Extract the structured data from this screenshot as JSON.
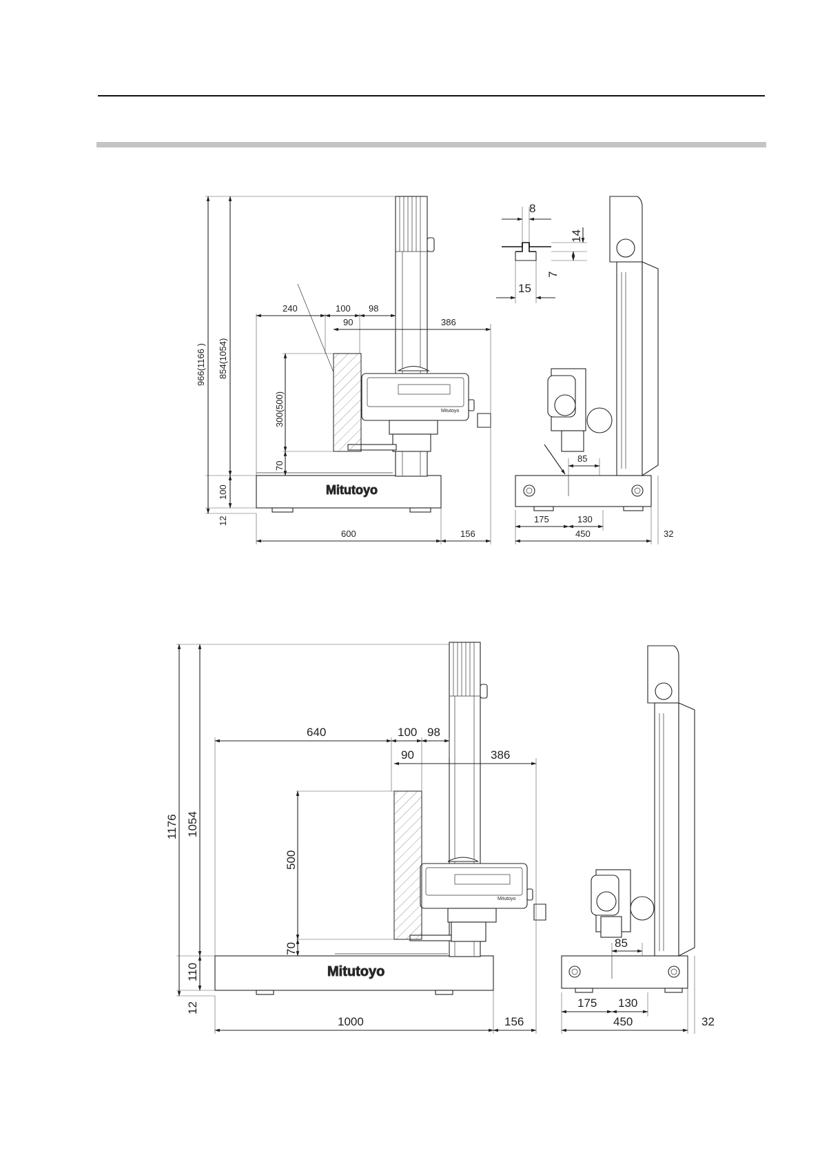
{
  "dims_small": {
    "front": {
      "h_966": "966(1166 )",
      "h_854": "854(1054)",
      "h_300": "300(500)",
      "h_70": "70",
      "h_100": "100",
      "h_12": "12",
      "w_240": "240",
      "w_100": "100",
      "w_98": "98",
      "w_90": "90",
      "w_386": "386",
      "w_600": "600",
      "w_156": "156",
      "logo": "Mitutoyo"
    },
    "side": {
      "w_85": "85",
      "w_175": "175",
      "w_130": "130",
      "w_450": "450",
      "w_32": "32"
    },
    "slot": {
      "d_8": "8",
      "d_14": "14",
      "d_7": "7",
      "d_15": "15"
    }
  },
  "dims_large": {
    "front": {
      "h_1176": "1176",
      "h_1054": "1054",
      "h_500": "500",
      "h_70": "70",
      "h_110": "110",
      "h_12": "12",
      "w_640": "640",
      "w_100": "100",
      "w_98": "98",
      "w_90": "90",
      "w_386": "386",
      "w_1000": "1000",
      "w_156": "156",
      "logo": "Mitutoyo"
    },
    "side": {
      "w_85": "85",
      "w_175": "175",
      "w_130": "130",
      "w_450": "450",
      "w_32": "32"
    }
  }
}
